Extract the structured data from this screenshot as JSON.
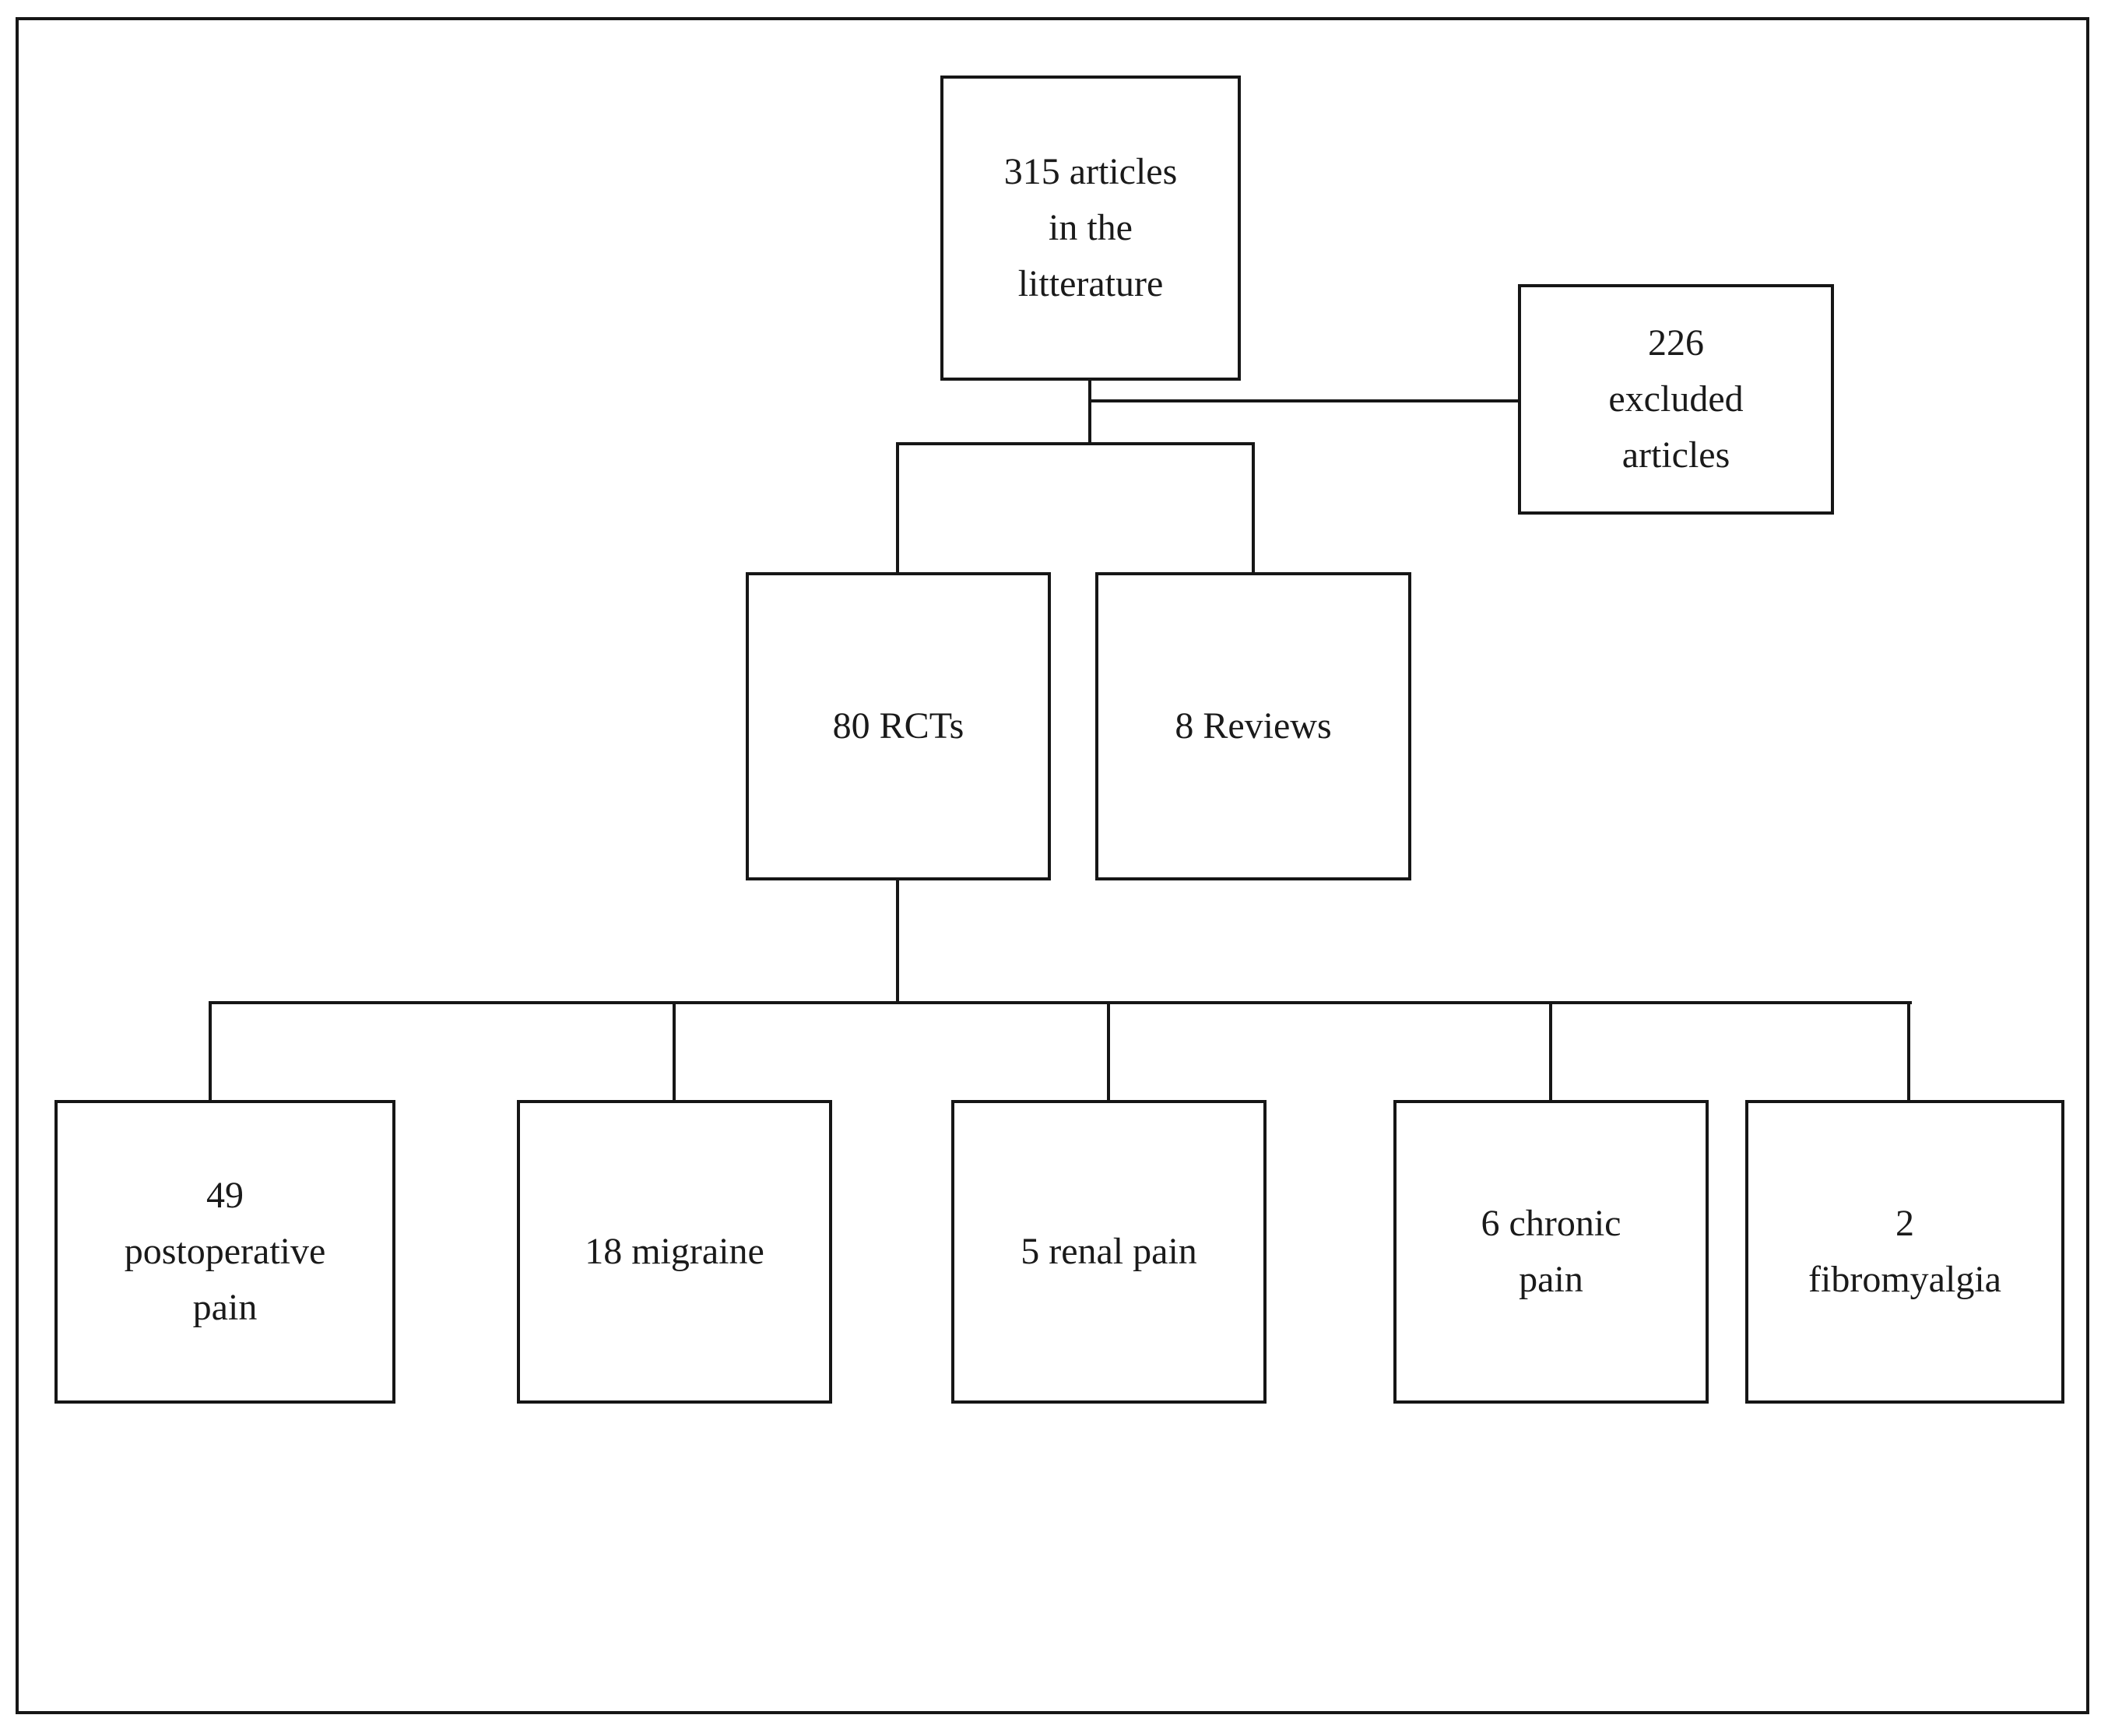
{
  "figure": {
    "type": "flowchart",
    "background_color": "#ffffff",
    "line_color": "#161616",
    "text_color": "#1a1a1a"
  },
  "nodes": {
    "articles_total": {
      "lines": [
        "315 articles",
        "in the",
        "litterature"
      ]
    },
    "excluded": {
      "lines": [
        "226",
        "excluded",
        "articles"
      ]
    },
    "rcts": {
      "lines": [
        "80 RCTs"
      ]
    },
    "reviews": {
      "lines": [
        "8 Reviews"
      ]
    },
    "postoperative": {
      "lines": [
        "49",
        "postoperative",
        "pain"
      ]
    },
    "migraine": {
      "lines": [
        "18 migraine"
      ]
    },
    "renal": {
      "lines": [
        "5 renal pain"
      ]
    },
    "chronic": {
      "lines": [
        "6 chronic",
        "pain"
      ]
    },
    "fibromyalgia": {
      "lines": [
        "2",
        "fibromyalgia"
      ]
    }
  },
  "edges": [
    {
      "from": "articles_total",
      "to": "excluded"
    },
    {
      "from": "articles_total",
      "to": "rcts"
    },
    {
      "from": "articles_total",
      "to": "reviews"
    },
    {
      "from": "rcts",
      "to": "postoperative"
    },
    {
      "from": "rcts",
      "to": "migraine"
    },
    {
      "from": "rcts",
      "to": "renal"
    },
    {
      "from": "rcts",
      "to": "chronic"
    },
    {
      "from": "rcts",
      "to": "fibromyalgia"
    }
  ]
}
